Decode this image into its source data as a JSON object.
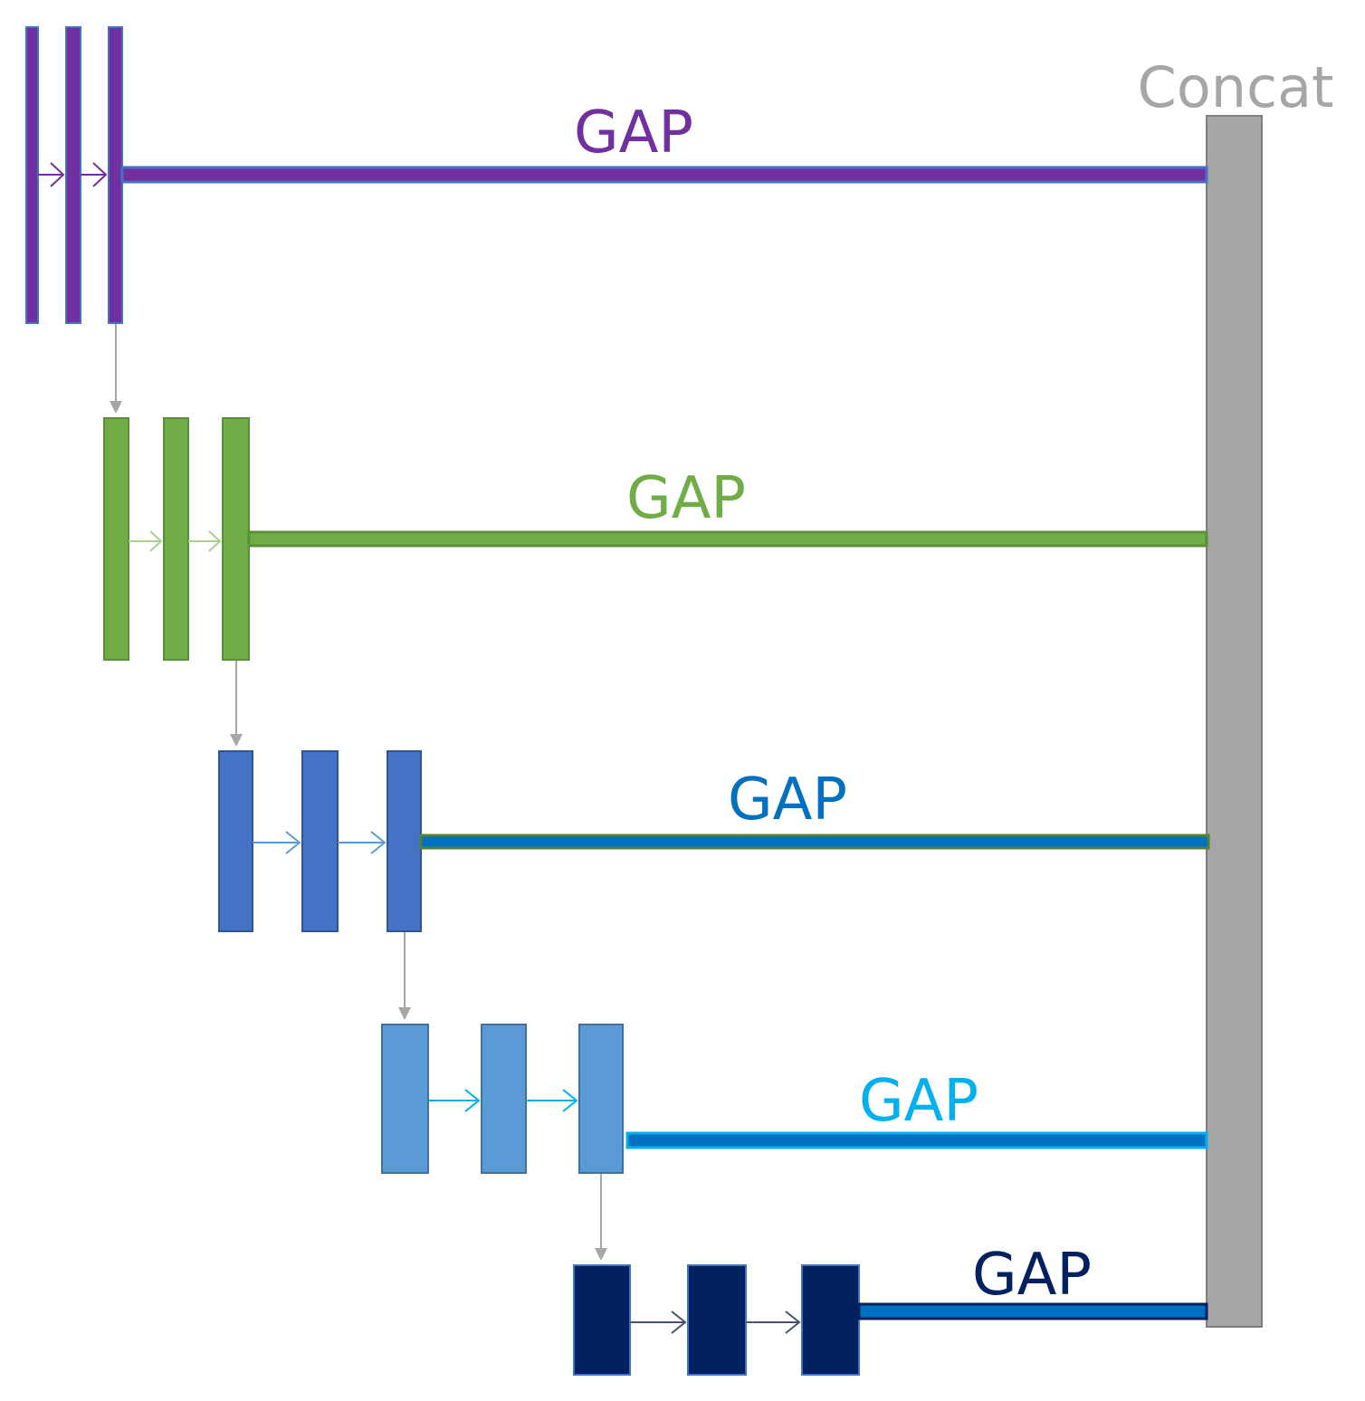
{
  "concat": {
    "label": "Concat",
    "label_color": "#a6a6a6",
    "bar_color": "#a6a6a6",
    "bar_border": "#7f7f7f"
  },
  "connector_arrow_color": "#a6a6a6",
  "stages": [
    {
      "gap_label": "GAP",
      "label_color": "#7030a0",
      "block_fill": "#7030a0",
      "block_stroke": "#4472c4",
      "line_fill": "#7030a0",
      "line_stroke": "#4472c4",
      "arrow_color": "#7030a0",
      "block_count": 3
    },
    {
      "gap_label": "GAP",
      "label_color": "#70ad47",
      "block_fill": "#70ad47",
      "block_stroke": "#5a8f3a",
      "line_fill": "#70ad47",
      "line_stroke": "#5a8f3a",
      "arrow_color": "#a9d18e",
      "block_count": 3
    },
    {
      "gap_label": "GAP",
      "label_color": "#0070c0",
      "block_fill": "#4472c4",
      "block_stroke": "#2f5597",
      "line_fill": "#0070c0",
      "line_stroke": "#548235",
      "arrow_color": "#5b9bd5",
      "block_count": 3
    },
    {
      "gap_label": "GAP",
      "label_color": "#00b0f0",
      "block_fill": "#5b9bd5",
      "block_stroke": "#41719c",
      "line_fill": "#0070c0",
      "line_stroke": "#00b0f0",
      "arrow_color": "#00b0f0",
      "block_count": 3
    },
    {
      "gap_label": "GAP",
      "label_color": "#002060",
      "block_fill": "#002060",
      "block_stroke": "#4472c4",
      "line_fill": "#0070c0",
      "line_stroke": "#002060",
      "arrow_color": "#44546a",
      "block_count": 3
    }
  ]
}
